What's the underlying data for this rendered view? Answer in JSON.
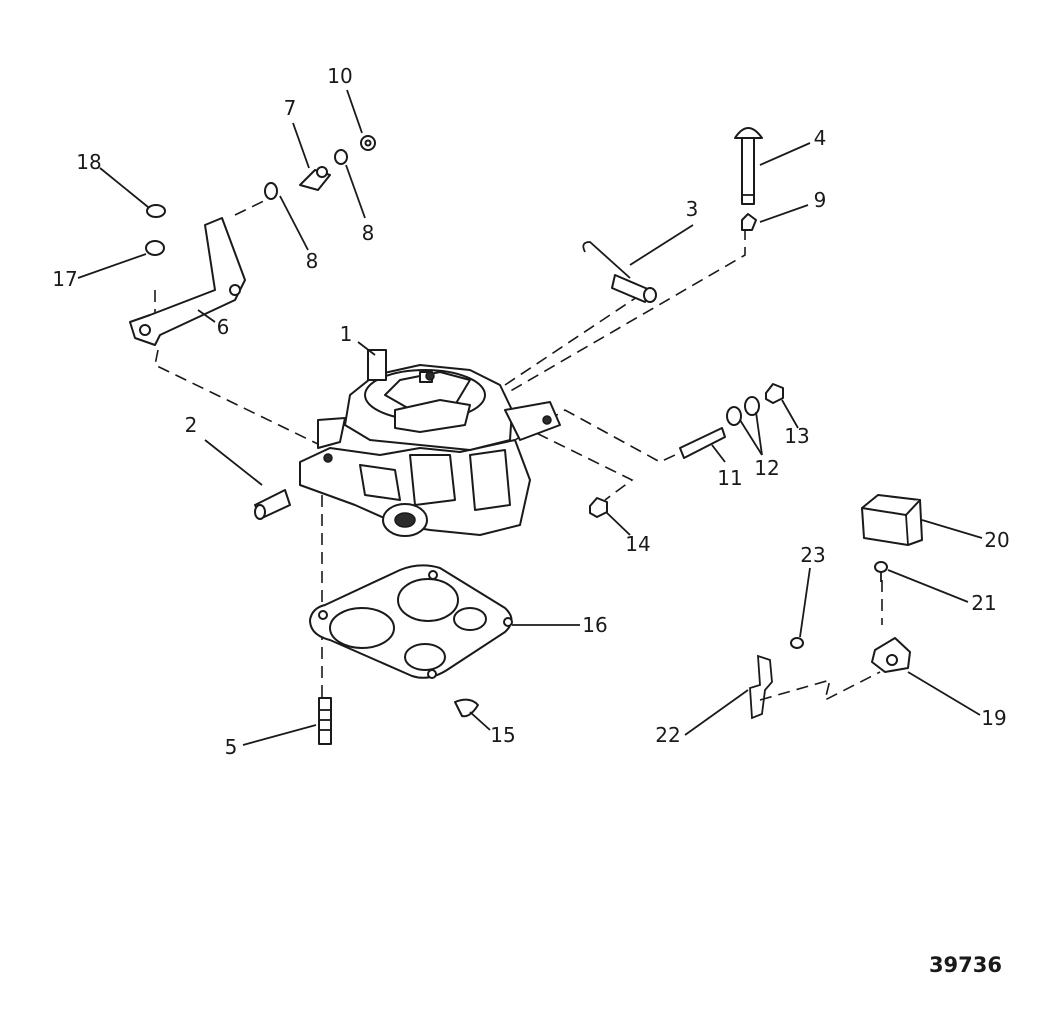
{
  "callouts": {
    "c1": "1",
    "c2": "2",
    "c3": "3",
    "c4": "4",
    "c5": "5",
    "c6": "6",
    "c7": "7",
    "c8a": "8",
    "c8b": "8",
    "c9": "9",
    "c10": "10",
    "c11": "11",
    "c12": "12",
    "c13": "13",
    "c14": "14",
    "c15": "15",
    "c16": "16",
    "c17": "17",
    "c18": "18",
    "c19": "19",
    "c20": "20",
    "c21": "21",
    "c22": "22",
    "c23": "23"
  },
  "reference_number": "39736"
}
